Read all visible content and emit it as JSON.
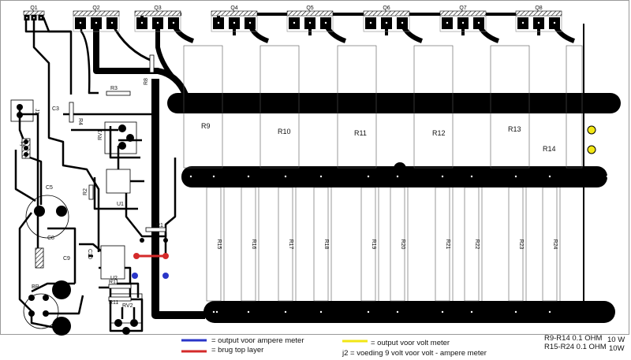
{
  "transistors": [
    "Q1",
    "Q2",
    "Q3",
    "Q4",
    "Q5",
    "Q6",
    "Q7",
    "Q8"
  ],
  "power_resistors_top": [
    "R9",
    "R10",
    "R11",
    "R12",
    "R13",
    "R14"
  ],
  "power_resistors_bottom": [
    "R15",
    "R16",
    "R17",
    "R18",
    "R19",
    "R20",
    "R21",
    "R22",
    "R23",
    "R24"
  ],
  "small_components": {
    "r1": "R1",
    "r2": "R2",
    "r3": "R3",
    "r4": "R4",
    "r8": "R8",
    "r11": "R11",
    "r11b": "R11",
    "c3": "C3",
    "c5": "C5",
    "c8": "C8",
    "c9": "C9",
    "c10": "C10",
    "u1": "U1",
    "u2": "U2",
    "rv1": "RV1",
    "rv2": "RV2",
    "br": "BR",
    "j2": "J2",
    "j1": "J1"
  },
  "legend": {
    "blue": "= output voor ampere meter",
    "red": "= brug top layer",
    "yellow": "= output voor volt meter",
    "j2_note": "j2 = voeding 9 volt voor volt - ampere meter",
    "spec1": "R9-R14 0.1 OHM",
    "spec1_w": "10 W",
    "spec2": "R15-R24 0.1 OHM",
    "spec2_w": "10W"
  },
  "colors": {
    "blue": "#2a35c8",
    "red": "#d42a2a",
    "yellow": "#f2e614",
    "copper": "#000000"
  }
}
